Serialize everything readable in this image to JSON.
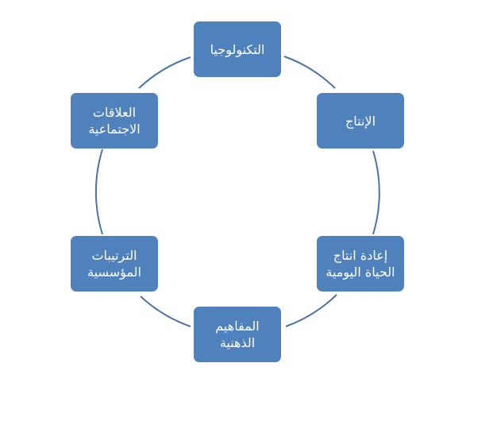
{
  "diagram": {
    "type": "cycle",
    "color_fill": "#4f81bd",
    "color_line": "#4a73a6",
    "color_text": "#ffffff",
    "nodes": [
      {
        "label": "التكنولوجيا"
      },
      {
        "label": "الإنتاج"
      },
      {
        "label": "إعادة انتاج\nالحياة اليومية"
      },
      {
        "label": "المفاهيم\nالذهنية"
      },
      {
        "label": "الترتيبات\nالمؤسسية"
      },
      {
        "label": "العلاقات\nالاجتماعية"
      }
    ]
  }
}
